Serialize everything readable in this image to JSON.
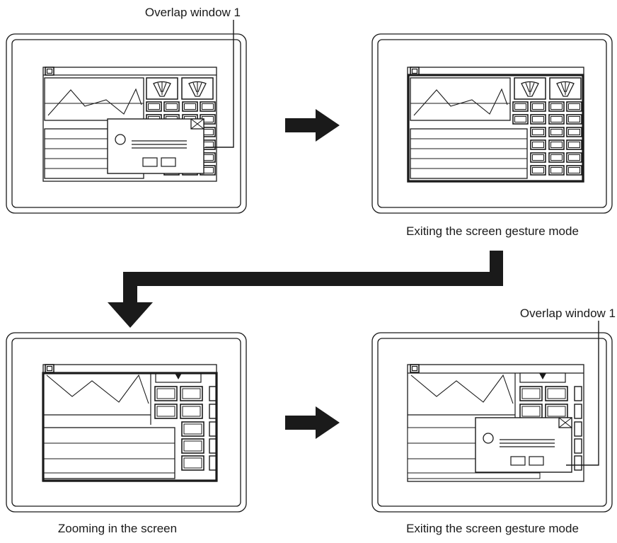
{
  "callouts": {
    "top_left": "Overlap window 1",
    "bottom_right": "Overlap window 1"
  },
  "captions": {
    "top_right": "Exiting the screen gesture mode",
    "bottom_left": "Zooming in the screen",
    "bottom_right": "Exiting the screen gesture mode"
  },
  "panels": [
    {
      "id": "panel-initial",
      "shows_overlap_window": true
    },
    {
      "id": "panel-exited",
      "shows_overlap_window": false
    },
    {
      "id": "panel-zoomed",
      "shows_overlap_window": false
    },
    {
      "id": "panel-zoomed-exited",
      "shows_overlap_window": true
    }
  ],
  "icons": [
    "window-icon",
    "gauge-icon",
    "round-icon",
    "close-icon",
    "right-arrow-icon",
    "down-arrow-icon"
  ],
  "colors": {
    "line": "#1a1a1a",
    "background": "#ffffff"
  }
}
